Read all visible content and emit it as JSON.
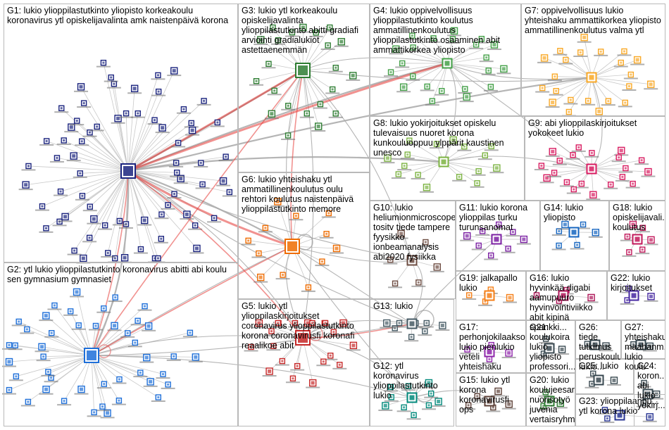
{
  "groups": [
    {
      "id": "G1",
      "label": "G1: lukio ylioppilastutkinto yliopisto korkeakoulu koronavirus ytl opiskelijavalinta amk naistenpäivä korona",
      "color": "#1a237e"
    },
    {
      "id": "G2",
      "label": "G2: ytl lukio ylioppilastutkinto koronavirus abitti abi koulu sen gymnasium gymnasiet",
      "color": "#1e6fd9"
    },
    {
      "id": "G3",
      "label": "G3: lukio ytl korkeakoulu opiskelijavalinta ylioppilastutkinto abitti gradiafi arviointi gradialukiot astettaenemmän",
      "color": "#2e7d32"
    },
    {
      "id": "G4",
      "label": "G4: lukio oppivelvollisuus ylioppilastutkinto koulutus ammatillinenkoulutus ylioppilastutkinto osaaminen abit ammattikorkea yliopisto",
      "color": "#43a047"
    },
    {
      "id": "G5",
      "label": "G5: lukio ytl ylioppilaskirjoitukset coronavirus ylioppilastutkinto korona coronavirusfi koronafi reaalikoe abit",
      "color": "#c62828"
    },
    {
      "id": "G6",
      "label": "G6: lukio yhteishaku ytl ammatillinenkoulutus oulu rehtori koulutus naistenpäivä ylioppilastutkinto memore",
      "color": "#ef6c00"
    },
    {
      "id": "G7",
      "label": "G7: oppivelvollisuus lukio yhteishaku ammattikorkea yliopisto ammatillinenkoulutus valma ytl",
      "color": "#f9a825"
    },
    {
      "id": "G8",
      "label": "G8: lukio yokirjoitukset opiskelu tulevaisuus nuoret korona kunkouluoppuu ylppärit kaustinen unesco",
      "color": "#7cb342"
    },
    {
      "id": "G9",
      "label": "G9: abi ylioppilaskirjoitukset yokokeet lukio",
      "color": "#d81b60"
    },
    {
      "id": "G10",
      "label": "G10: lukio heliumionmicroscope tositv tiede tampere fyysikko ionbeamanalysis abi2020 fysiikka",
      "color": "#6d4c41"
    },
    {
      "id": "G11",
      "label": "G11: lukio korona ylioppilas turku turunsanomat",
      "color": "#7b1fa2"
    },
    {
      "id": "G12",
      "label": "G12: ytl koronavirus ylioppilastutkinto lukio",
      "color": "#00897b"
    },
    {
      "id": "G13",
      "label": "G13: lukio",
      "color": "#455a64"
    },
    {
      "id": "G14",
      "label": "G14: lukio yliopisto",
      "color": "#1565c0"
    },
    {
      "id": "G15",
      "label": "G15: lukio ytl korona koronavirusfi ops",
      "color": "#5d4037"
    },
    {
      "id": "G16",
      "label": "G16: lukio hyvinkää digabi aamupuuro hyvinvointiviikko abit kipinä spankki...",
      "color": "#ad1457"
    },
    {
      "id": "G17",
      "label": "G17: perhonjokilaakso lukio pienlukio veteli yhteishaku",
      "color": "#8e24aa"
    },
    {
      "id": "G18",
      "label": "G18: lukio opiskelijavali... koulutus",
      "color": "#c2185b"
    },
    {
      "id": "G19",
      "label": "G19: jalkapallo lukio",
      "color": "#f57f17"
    },
    {
      "id": "G20",
      "label": "G20: lukio koulujeesari nuorisotyö juvenia vertaisryhm...",
      "color": "#2e7d32"
    },
    {
      "id": "G21",
      "label": "G21: koulukoira lukio yliopisto professori...",
      "color": "#37474f"
    },
    {
      "id": "G22",
      "label": "G22: lukio kirjoitukset",
      "color": "#4527a0"
    },
    {
      "id": "G23",
      "label": "G23: ylioppilaanpu... ytl korona lukio",
      "color": "#283593"
    },
    {
      "id": "G24",
      "label": "G24: koron... abi lukio yokirj...",
      "color": "#37474f"
    },
    {
      "id": "G25",
      "label": "G25: lukio",
      "color": "#37474f"
    },
    {
      "id": "G26",
      "label": "G26: tiede tutkimus peruskoulu lukio...",
      "color": "#37474f"
    },
    {
      "id": "G27",
      "label": "G27: yhteishaku maahanm... lukio koulu",
      "color": "#37474f"
    }
  ]
}
